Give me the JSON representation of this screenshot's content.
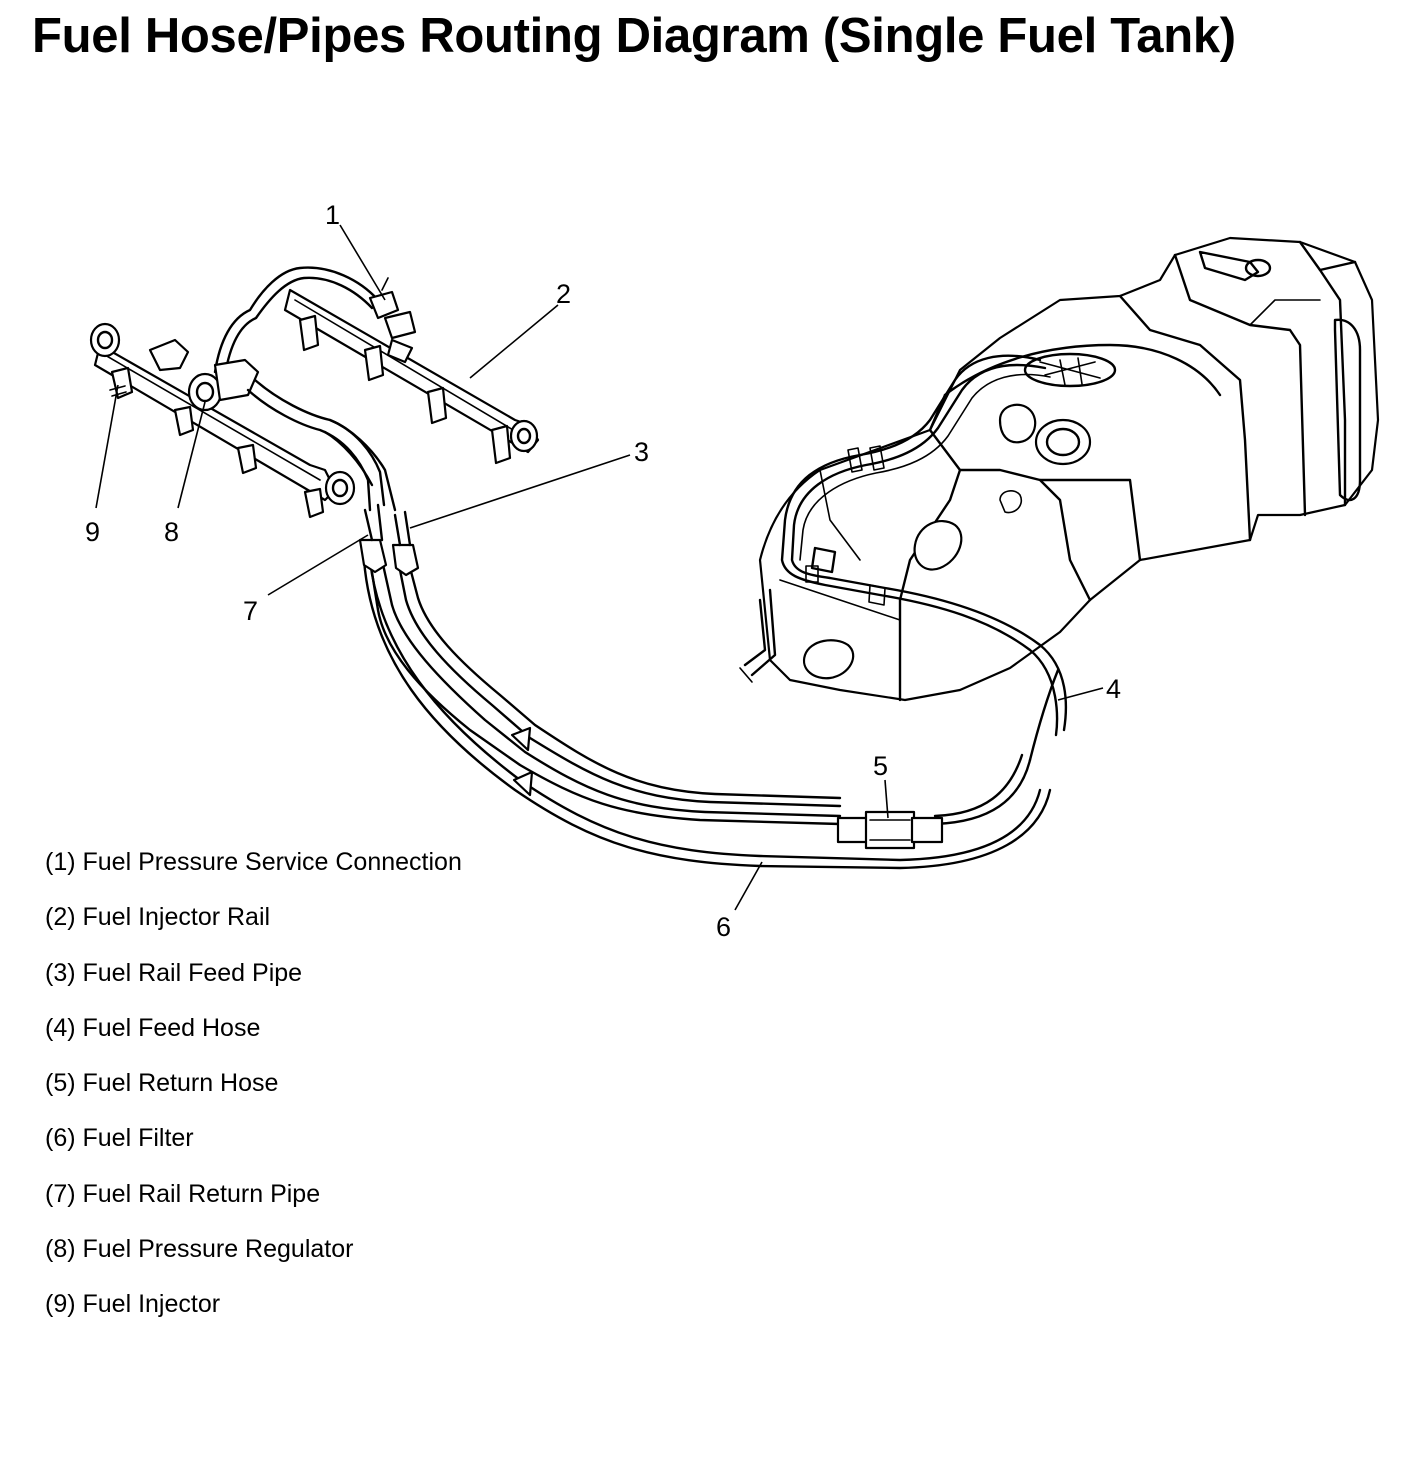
{
  "title": "Fuel Hose/Pipes Routing Diagram (Single Fuel Tank)",
  "callouts": [
    "1",
    "2",
    "3",
    "4",
    "5",
    "6",
    "7",
    "8",
    "9"
  ],
  "legend": [
    "(1) Fuel Pressure Service Connection",
    "(2) Fuel Injector Rail",
    "(3) Fuel Rail Feed Pipe",
    "(4) Fuel Feed Hose",
    "(5) Fuel Return Hose",
    "(6) Fuel Filter",
    "(7) Fuel Rail Return Pipe",
    "(8) Fuel Pressure Regulator",
    "(9) Fuel Injector"
  ]
}
